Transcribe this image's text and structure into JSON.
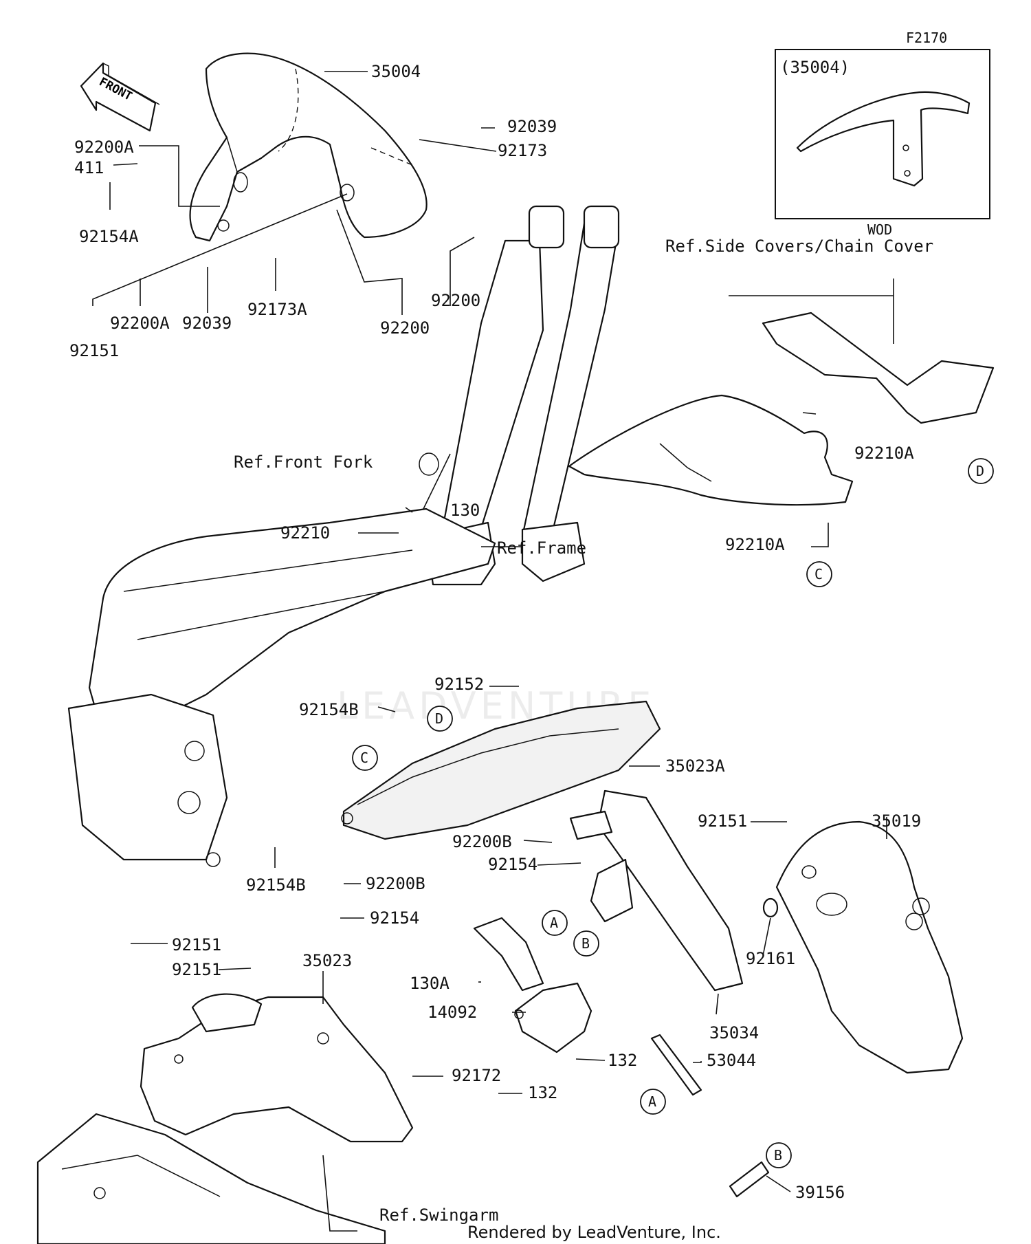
{
  "diagram_code": "F2170",
  "front_arrow": "FRONT",
  "inset": {
    "part_ref": "(35004)",
    "variant": "WOD"
  },
  "refs": {
    "side_covers": "Ref.Side Covers/Chain Cover",
    "front_fork": "Ref.Front Fork",
    "frame": "Ref.Frame",
    "swingarm": "Ref.Swingarm"
  },
  "parts": {
    "p35004": "35004",
    "p92039_top": "92039",
    "p92173": "92173",
    "p92200A_top": "92200A",
    "p411": "411",
    "p92154A": "92154A",
    "p92200_right": "92200",
    "p92200_mid": "92200",
    "p92151_left": "92151",
    "p92200A_bottom": "92200A",
    "p92039_bottom": "92039",
    "p92173A": "92173A",
    "p92210A_upper": "92210A",
    "p92210A_lower": "92210A",
    "p130": "130",
    "p92210": "92210",
    "p92152": "92152",
    "p92154B_upper": "92154B",
    "p35023A": "35023A",
    "p92151_mid": "92151",
    "p35019": "35019",
    "p92200B_upper": "92200B",
    "p92154_upper": "92154",
    "p92154B_lower": "92154B",
    "p92200B_lower": "92200B",
    "p92154_lower": "92154",
    "p92161": "92161",
    "p92151_a": "92151",
    "p92151_b": "92151",
    "p35023": "35023",
    "p130A": "130A",
    "p14092": "14092",
    "p35034": "35034",
    "p132_upper": "132",
    "p53044": "53044",
    "p92172": "92172",
    "p132_lower": "132",
    "p39156": "39156"
  },
  "callouts": {
    "A": "A",
    "B": "B",
    "C": "C",
    "D": "D"
  },
  "watermark": "LEADVENTURE",
  "credit": "Rendered by LeadVenture, Inc."
}
